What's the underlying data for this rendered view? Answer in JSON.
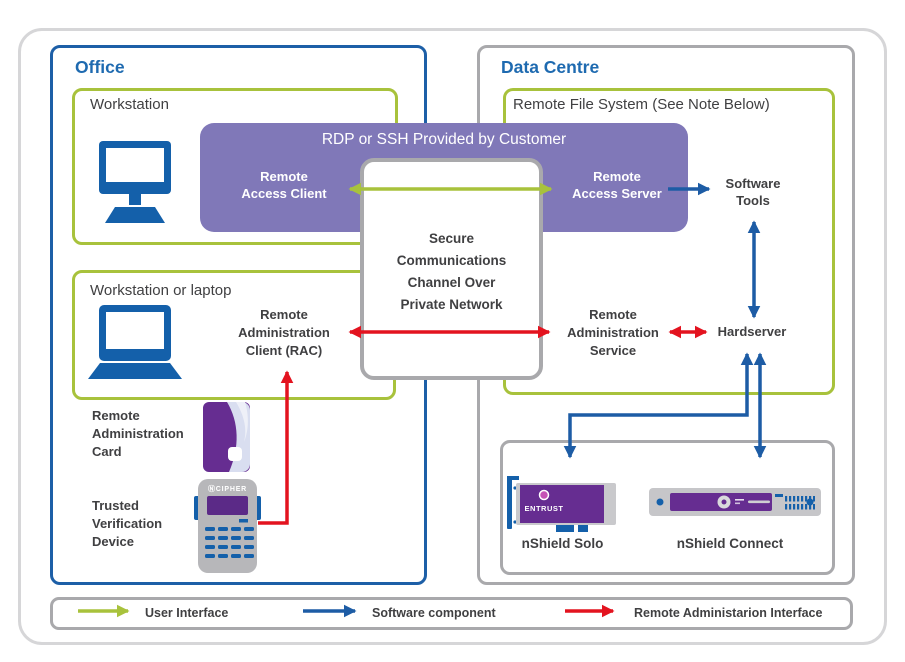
{
  "colors": {
    "frame_gray": "#d6d6d8",
    "gray_border": "#a9a9ac",
    "blue_border": "#1d5fa7",
    "blue_text": "#1e6ab0",
    "green": "#a8c23c",
    "purple": "#8078b8",
    "red": "#e3131f",
    "arrow_blue": "#1d5ca5",
    "icon_blue": "#1460aa",
    "dark": "#404042",
    "card_purple": "#662d91",
    "device_gray": "#b7b7ba"
  },
  "office": {
    "title": "Office",
    "workstation": {
      "title": "Workstation"
    },
    "laptop": {
      "title": "Workstation or laptop"
    },
    "rac": {
      "lines": [
        "Remote",
        "Administration",
        "Client (RAC)"
      ]
    },
    "card": {
      "lines": [
        "Remote",
        "Administration",
        "Card"
      ]
    },
    "tvd": {
      "lines": [
        "Trusted",
        "Verification",
        "Device"
      ],
      "brand": "ⓃCIPHER"
    }
  },
  "banner": {
    "title": "RDP or SSH Provided by Customer",
    "client": [
      "Remote",
      "Access Client"
    ],
    "server": [
      "Remote",
      "Access Server"
    ]
  },
  "channel": {
    "lines": [
      "Secure",
      "Communications",
      "Channel Over",
      "Private Network"
    ]
  },
  "datacentre": {
    "title": "Data Centre",
    "rfs": {
      "title": "Remote File System (See Note Below)"
    },
    "software_tools": [
      "Software",
      "Tools"
    ],
    "hardserver": "Hardserver",
    "ra_service": {
      "lines": [
        "Remote",
        "Administration",
        "Service"
      ]
    },
    "devices": {
      "solo": {
        "label": "nShield Solo",
        "brand": "ENTRUST"
      },
      "connect": {
        "label": "nShield Connect"
      }
    }
  },
  "legend": {
    "items": [
      {
        "label": "User Interface",
        "color": "#a8c23c"
      },
      {
        "label": "Software component",
        "color": "#1d5ca5"
      },
      {
        "label": "Remote Administarion Interface",
        "color": "#e3131f"
      }
    ]
  }
}
